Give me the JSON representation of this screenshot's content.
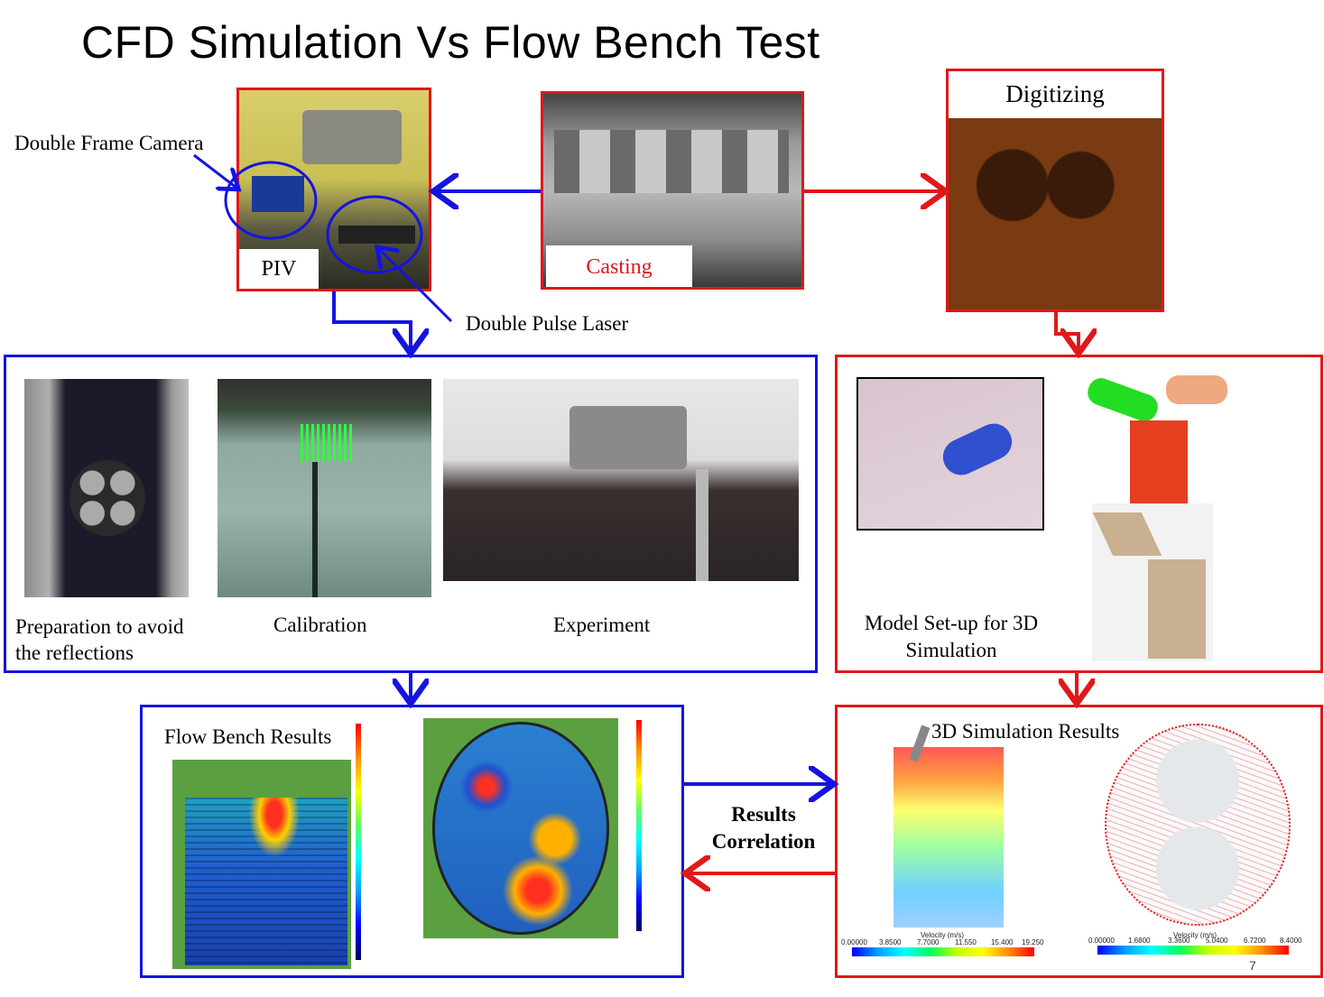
{
  "title": "CFD Simulation Vs Flow Bench Test",
  "top": {
    "piv_label": "PIV",
    "casting_label": "Casting",
    "digitizing_label": "Digitizing",
    "double_frame_camera": "Double Frame Camera",
    "double_pulse_laser": "Double Pulse Laser"
  },
  "experiment_panel": {
    "prep_label": "Preparation to avoid the reflections",
    "calibration_label": "Calibration",
    "experiment_label": "Experiment"
  },
  "simulation_panel": {
    "model_label": "Model Set-up for 3D Simulation"
  },
  "results": {
    "flow_bench_label": "Flow Bench Results",
    "sim_results_label": "3D Simulation Results",
    "correlation_label": "Results Correlation",
    "velocity_label_1": "Velocity (m/s)",
    "velocity_ticks_1": [
      "0.00000",
      "3.8500",
      "7.7000",
      "11.550",
      "15.400",
      "19.250"
    ],
    "velocity_label_2": "Velocity (m/s)",
    "velocity_ticks_2": [
      "0.00000",
      "1.6800",
      "3.3600",
      "5.0400",
      "6.7200",
      "8.4000"
    ]
  },
  "page_number": "7",
  "colors": {
    "red": "#e0181a",
    "blue": "#1414e0"
  }
}
